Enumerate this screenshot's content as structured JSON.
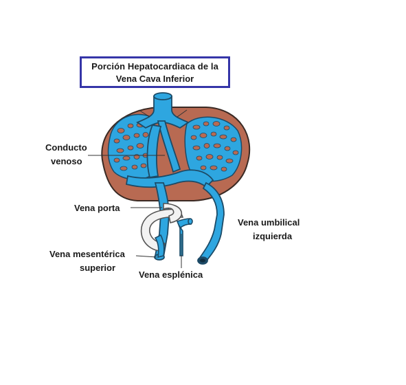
{
  "title": {
    "line1": "Porción Hepatocardiaca de la",
    "line2": "Vena Cava Inferior"
  },
  "labels": {
    "conducto_line1": "Conducto",
    "conducto_line2": "venoso",
    "vena_porta": "Vena porta",
    "umbilical_line1": "Vena umbilical",
    "umbilical_line2": "izquierda",
    "mesenterica_line1": "Vena mesentérica",
    "mesenterica_line2": "superior",
    "esplenica": "Vena esplénica"
  },
  "colors": {
    "liver": "#b86a52",
    "liver_outline": "#3a2a24",
    "vein": "#2ea6e0",
    "vein_outline": "#1c4a66",
    "title_border": "#3535a8",
    "portal_vein": "#f2f2f2"
  }
}
